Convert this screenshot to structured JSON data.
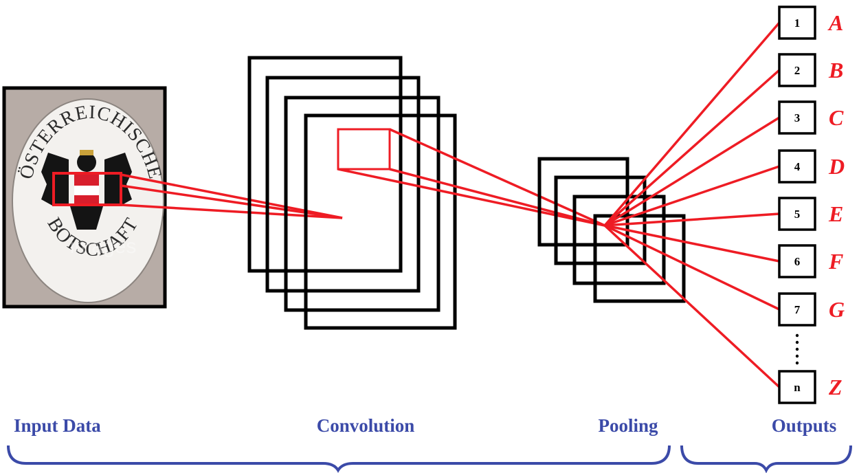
{
  "colors": {
    "connector": "#ee1c24",
    "output_letter": "#ee1c24",
    "stage_label": "#3b4aa8",
    "frame": "#000000",
    "photo_background": "#b7aca6"
  },
  "input_image": {
    "seal_top_text": "ÖSTERREICHISCHE",
    "seal_bottom_text": "BOTSCHAFT",
    "watermark": "images",
    "emblem_icon": "austrian-eagle-icon"
  },
  "outputs": [
    {
      "number": "1",
      "letter": "A"
    },
    {
      "number": "2",
      "letter": "B"
    },
    {
      "number": "3",
      "letter": "C"
    },
    {
      "number": "4",
      "letter": "D"
    },
    {
      "number": "5",
      "letter": "E"
    },
    {
      "number": "6",
      "letter": "F"
    },
    {
      "number": "7",
      "letter": "G"
    },
    {
      "number": "n",
      "letter": "Z"
    }
  ],
  "stages": {
    "input": "Input Data",
    "convolution": "Convolution",
    "pooling": "Pooling",
    "outputs": "Outputs"
  }
}
